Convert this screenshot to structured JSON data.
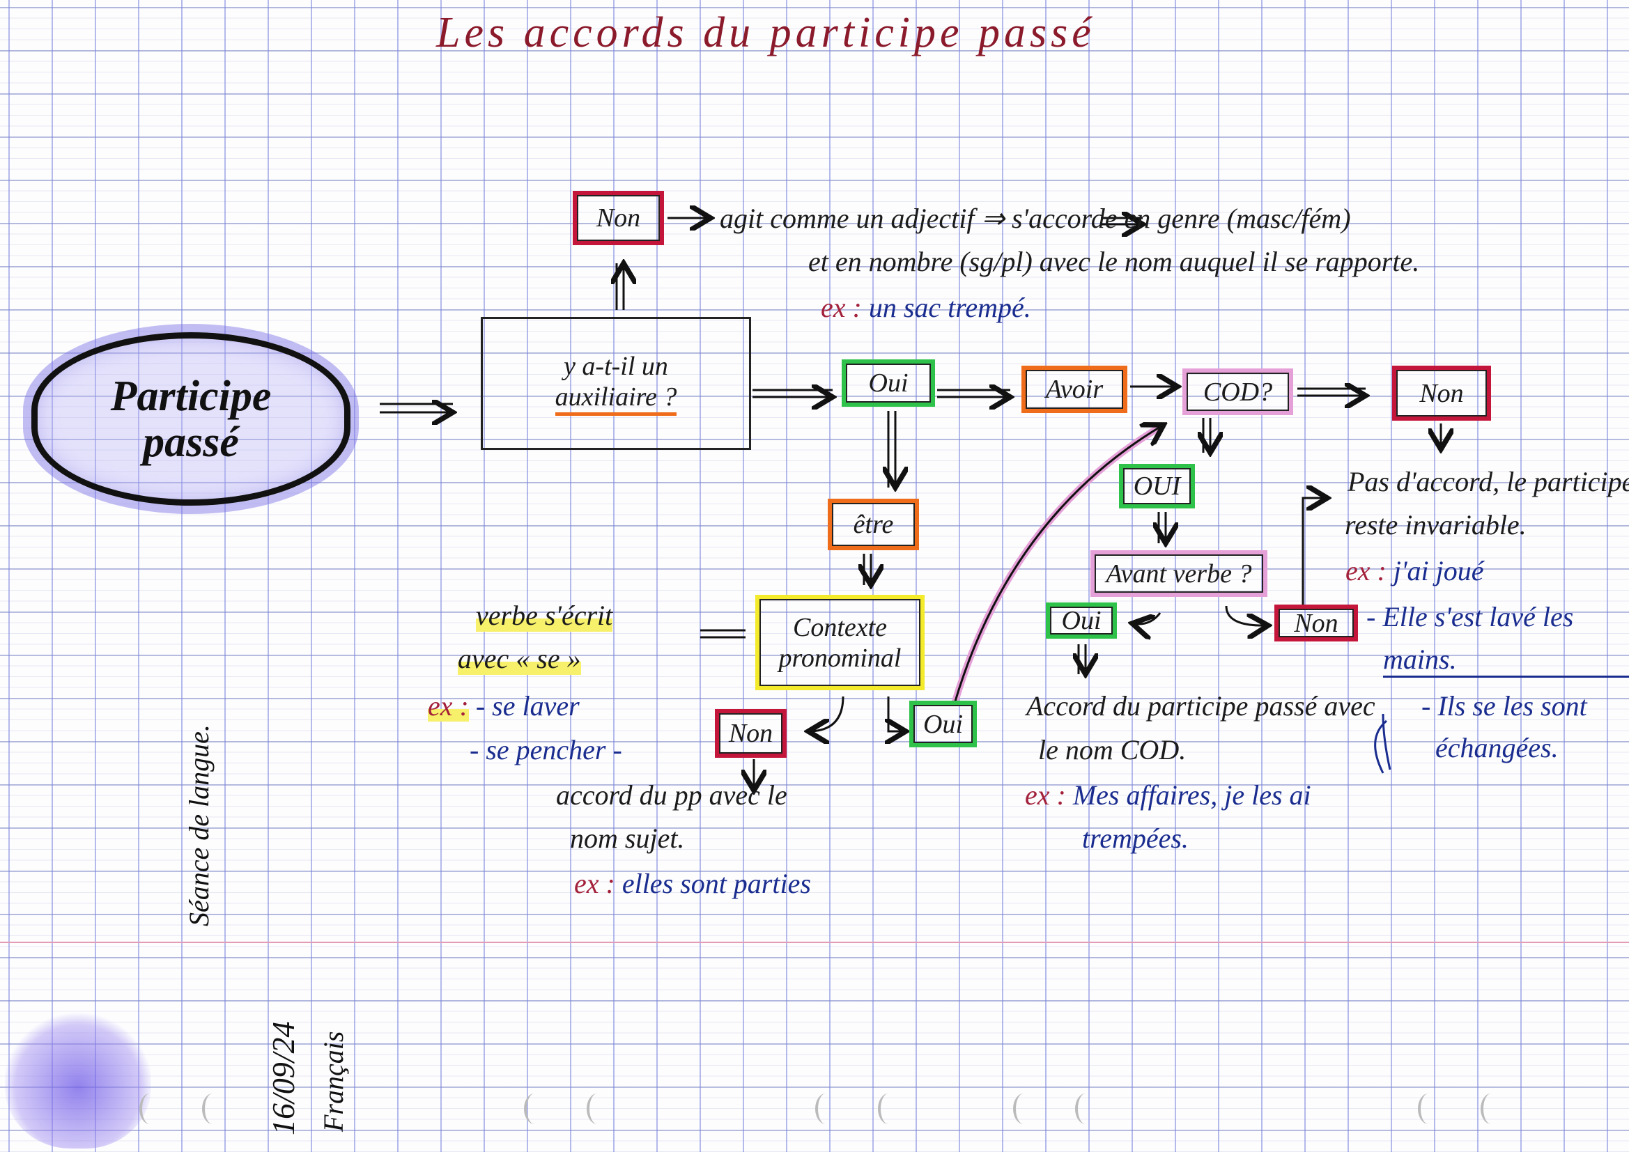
{
  "title": "Les accords du participe passé",
  "center": {
    "line1": "Participe",
    "line2": "passé"
  },
  "question_aux": {
    "line1": "y a-t-il un",
    "line2": "auxiliaire ?"
  },
  "branch_non_aux": {
    "label": "Non",
    "line1": "agit comme un adjectif ⇒ s'accorde en genre (masc/fém)",
    "line2": "et en nombre (sg/pl) avec le nom auquel il se rapporte.",
    "ex_label": "ex :",
    "ex_text": "un sac trempé."
  },
  "branch_oui": {
    "label": "Oui"
  },
  "avoir": {
    "label": "Avoir"
  },
  "cod": {
    "label": "COD?"
  },
  "cod_non": {
    "label": "Non",
    "line1": "Pas d'accord, le participe",
    "line2": "reste invariable.",
    "ex_label": "ex :",
    "ex1": "j'ai joué",
    "ex2a": "- Elle s'est lavé les",
    "ex2b": "mains.",
    "ex3a": "- Ils se les sont",
    "ex3b": "échangées."
  },
  "cod_oui": {
    "label": "OUI"
  },
  "avant_verbe": {
    "label": "Avant verbe ?"
  },
  "avant_oui": {
    "label": "Oui",
    "line1": "Accord du participe passé avec",
    "line2": "le nom COD.",
    "ex_label": "ex :",
    "ex_line1": "Mes affaires, je les ai",
    "ex_line2": "trempées."
  },
  "avant_non": {
    "label": "Non"
  },
  "etre": {
    "label": "être"
  },
  "pronominal": {
    "line1": "Contexte",
    "line2": "pronominal"
  },
  "pron_def": {
    "line1": "verbe s'écrit",
    "line2": "avec « se »",
    "ex_label": "ex :",
    "ex1": "- se laver",
    "ex2": "- se pencher -"
  },
  "pron_non": {
    "label": "Non",
    "line1": "accord du pp avec le",
    "line2": "nom sujet.",
    "ex_label": "ex :",
    "ex_text": "elles sont parties"
  },
  "pron_oui": {
    "label": "Oui"
  },
  "margin": {
    "session": "Séance de langue.",
    "date": "16/09/24",
    "subject": "Français"
  },
  "colors": {
    "non": "#c4163a",
    "oui": "#2ec24a",
    "avoir_etre": "#ef6c1a",
    "cod": "#e6a0d8",
    "pronominal": "#f2ea2a",
    "title": "#8b1a2b",
    "examples": "#1a2d8f"
  }
}
